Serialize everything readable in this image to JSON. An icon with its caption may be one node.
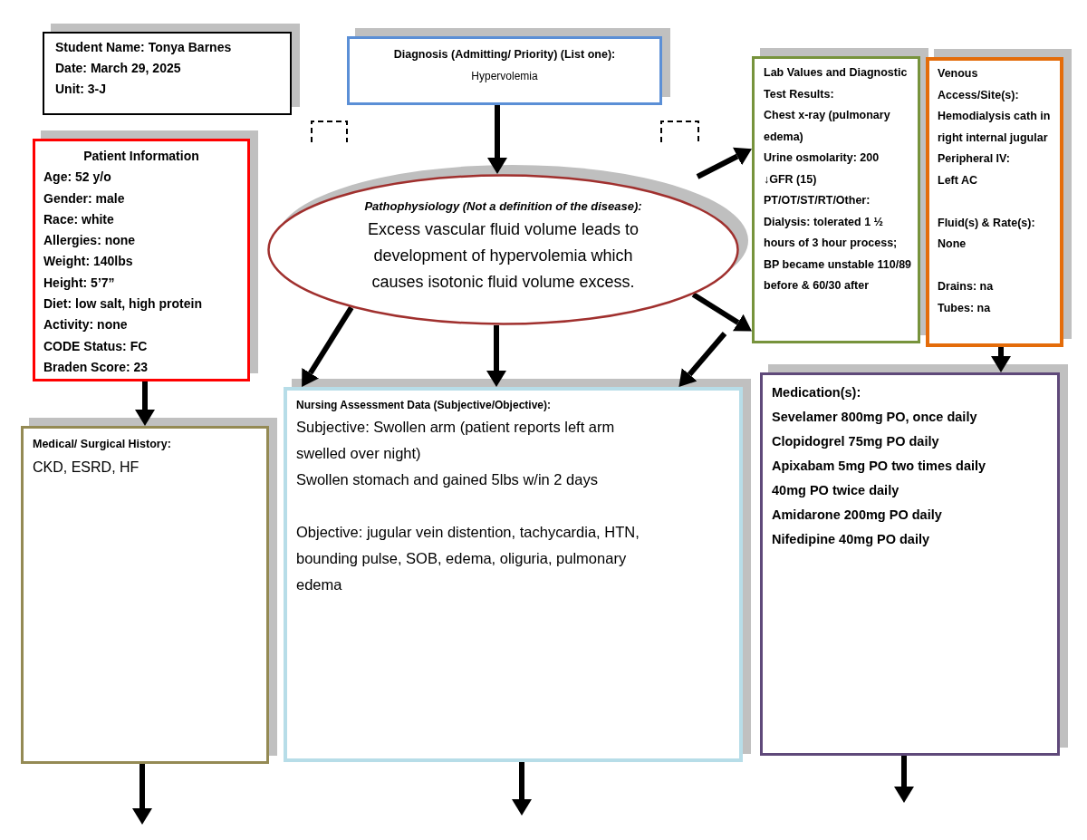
{
  "diagram": {
    "nodes": [
      {
        "text": [
          "Student Name: Tonya Barnes",
          "Date: March 29, 2025",
          "Unit: 3-J"
        ]
      },
      {
        "text": [
          "Diagnosis (Admitting/ Priority) (List one):",
          "Hypervolemia"
        ]
      },
      {
        "text": [
          "Patient Information",
          "Age: 52 y/o",
          "Gender: male",
          "Race: white",
          "Allergies: none",
          "Weight: 140lbs",
          "Height: 5’7”",
          "Diet: low salt, high protein",
          "Activity: none",
          "CODE Status: FC",
          "Braden Score: 23"
        ]
      },
      {
        "text": [
          "Pathophysiology (Not a definition of the disease):",
          "Excess vascular fluid volume leads to development of hypervolemia which causes isotonic fluid volume excess."
        ]
      },
      {
        "text": [
          "Lab Values and Diagnostic Test Results:",
          "Chest x-ray (pulmonary edema)",
          "Urine osmolarity: 200",
          "↓GFR (15)",
          "PT/OT/ST/RT/Other:",
          "Dialysis: tolerated 1 ½ hours of 3 hour process; BP became unstable 110/89 before & 60/30 after"
        ]
      },
      {
        "text": [
          "Venous Access/Site(s):",
          "Hemodialysis cath in right internal jugular",
          "Peripheral IV:",
          "Left AC",
          "Fluid(s) & Rate(s):",
          "None",
          "Drains: na",
          "Tubes: na"
        ]
      },
      {
        "text": [
          "Medical/ Surgical History:",
          "CKD, ESRD, HF"
        ]
      },
      {
        "text": [
          "Nursing Assessment Data (Subjective/Objective):",
          "Subjective: Swollen arm (patient reports left arm swelled over night)",
          "Swollen stomach and gained 5lbs w/in 2 days",
          "Objective: jugular vein distention, tachycardia, HTN, bounding pulse, SOB, edema, oliguria, pulmonary edema"
        ]
      },
      {
        "text": [
          "Medication(s):",
          "Sevelamer 800mg PO, once daily",
          "Clopidogrel 75mg PO daily",
          "Apixabam 5mg PO two times daily",
          "40mg PO twice daily",
          "Amidarone 200mg PO daily",
          "Nifedipine 40mg PO daily"
        ]
      }
    ],
    "edges": [
      {
        "from": 1,
        "to": 3,
        "arrow": "to"
      },
      {
        "from": 2,
        "to": 6,
        "arrow": "to"
      },
      {
        "from": null,
        "to": 4,
        "arrow": "to"
      },
      {
        "from": 3,
        "to": 7,
        "arrow": "to"
      },
      {
        "from": 3,
        "to": 7,
        "arrow": "to"
      },
      {
        "from": 3,
        "to": 4,
        "arrow": "to"
      },
      {
        "from": null,
        "to": 7,
        "arrow": "to"
      },
      {
        "from": 5,
        "to": 8,
        "arrow": "to"
      },
      {
        "from": 6,
        "to": null,
        "arrow": "to"
      },
      {
        "from": 7,
        "to": null,
        "arrow": "to"
      },
      {
        "from": 8,
        "to": null,
        "arrow": "to"
      }
    ]
  }
}
